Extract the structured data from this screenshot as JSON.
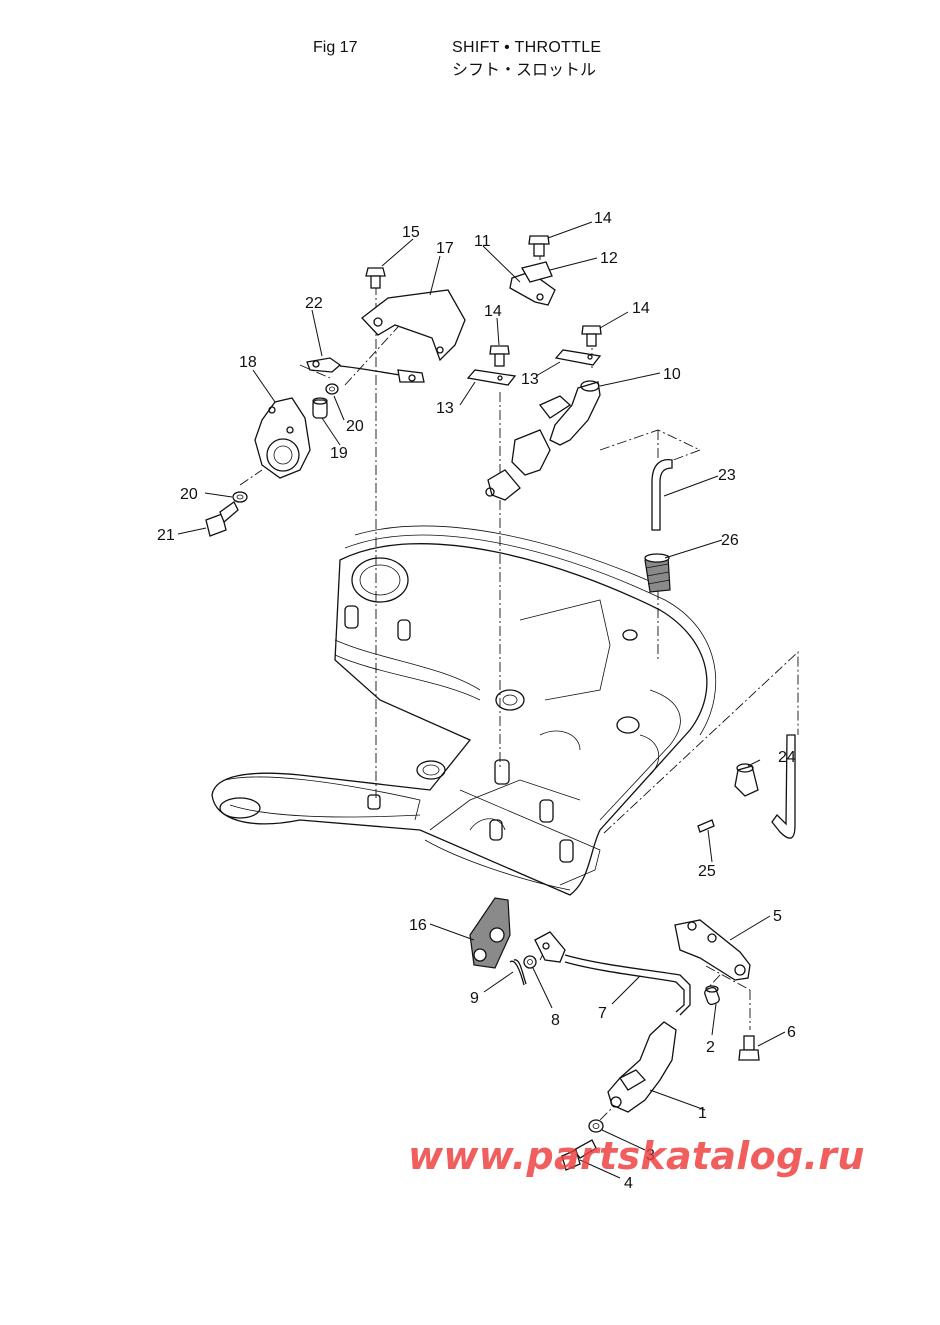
{
  "header": {
    "fig_label": "Fig 17",
    "title_en": "SHIFT • THROTTLE",
    "title_jp": "シフト・スロットル"
  },
  "callouts": [
    "1",
    "2",
    "3",
    "4",
    "5",
    "6",
    "7",
    "8",
    "9",
    "10",
    "11",
    "12",
    "13",
    "13",
    "14",
    "14",
    "14",
    "15",
    "16",
    "17",
    "18",
    "19",
    "20",
    "20",
    "21",
    "22",
    "23",
    "24",
    "25",
    "26"
  ],
  "watermark": "www.partskatalog.ru",
  "colors": {
    "watermark": "#ee3b3b",
    "line": "#111111"
  }
}
